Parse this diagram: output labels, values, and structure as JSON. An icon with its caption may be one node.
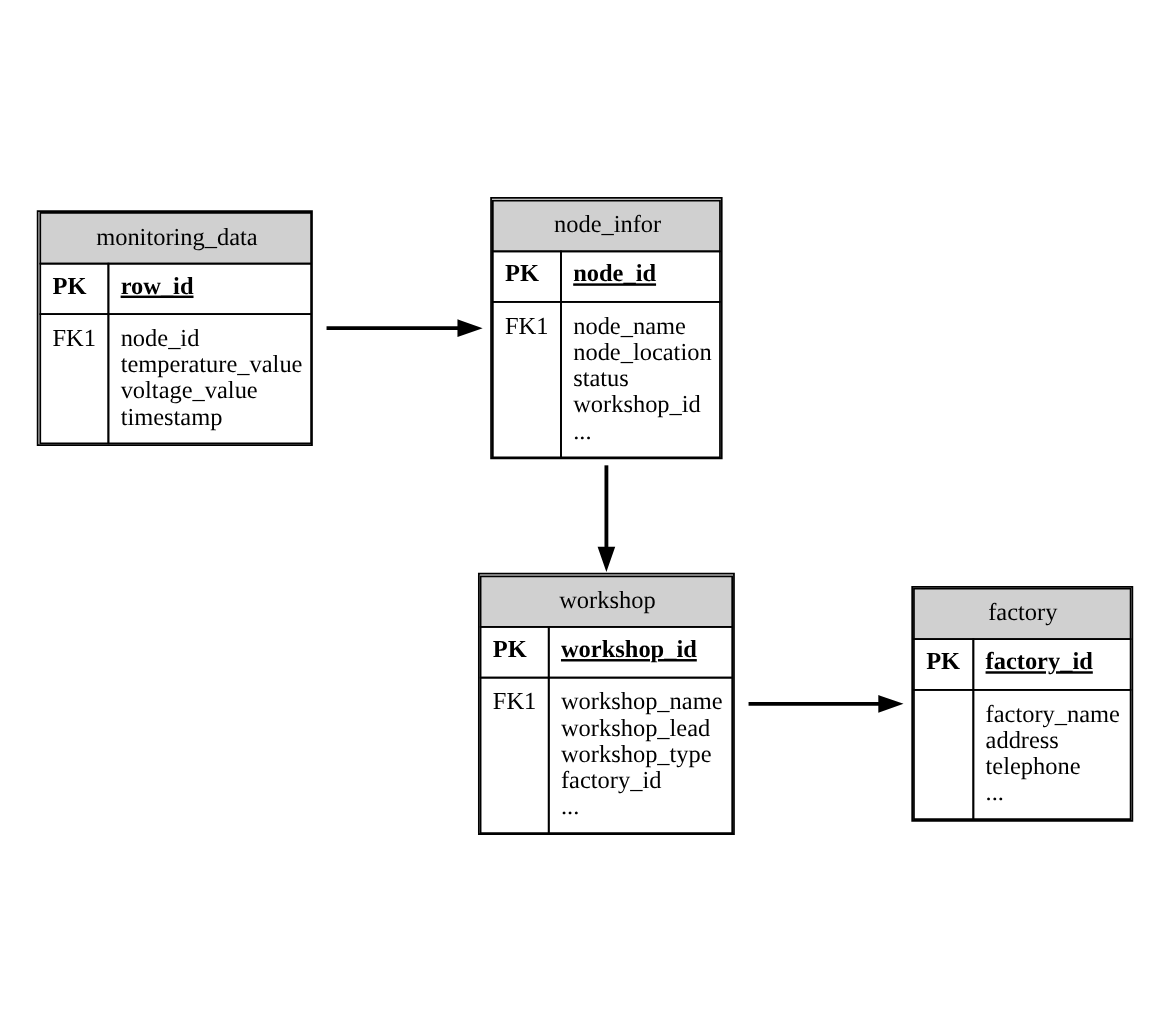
{
  "diagram": {
    "nodes": [
      {
        "text": [
          "monitoring_data",
          "PK",
          "row_id",
          "FK1",
          "node_id",
          "temperature_value",
          "voltage_value",
          "timestamp"
        ]
      },
      {
        "text": [
          "node_infor",
          "PK",
          "node_id",
          "FK1",
          "node_name",
          "node_location",
          "status",
          "workshop_id",
          "..."
        ]
      },
      {
        "text": [
          "factory",
          "PK",
          "factory_id",
          "factory_name",
          "address",
          "telephone",
          "..."
        ]
      },
      {
        "text": [
          "workshop",
          "PK",
          "workshop_id",
          "FK1",
          "workshop_name",
          "workshop_lead",
          "workshop_type",
          "factory_id",
          "..."
        ]
      }
    ],
    "edges": [
      {
        "from": 0,
        "to": 1,
        "arrow": "to"
      },
      {
        "from": 1,
        "to": 3,
        "arrow": "to"
      },
      {
        "from": 3,
        "to": 2,
        "arrow": "to"
      }
    ]
  }
}
